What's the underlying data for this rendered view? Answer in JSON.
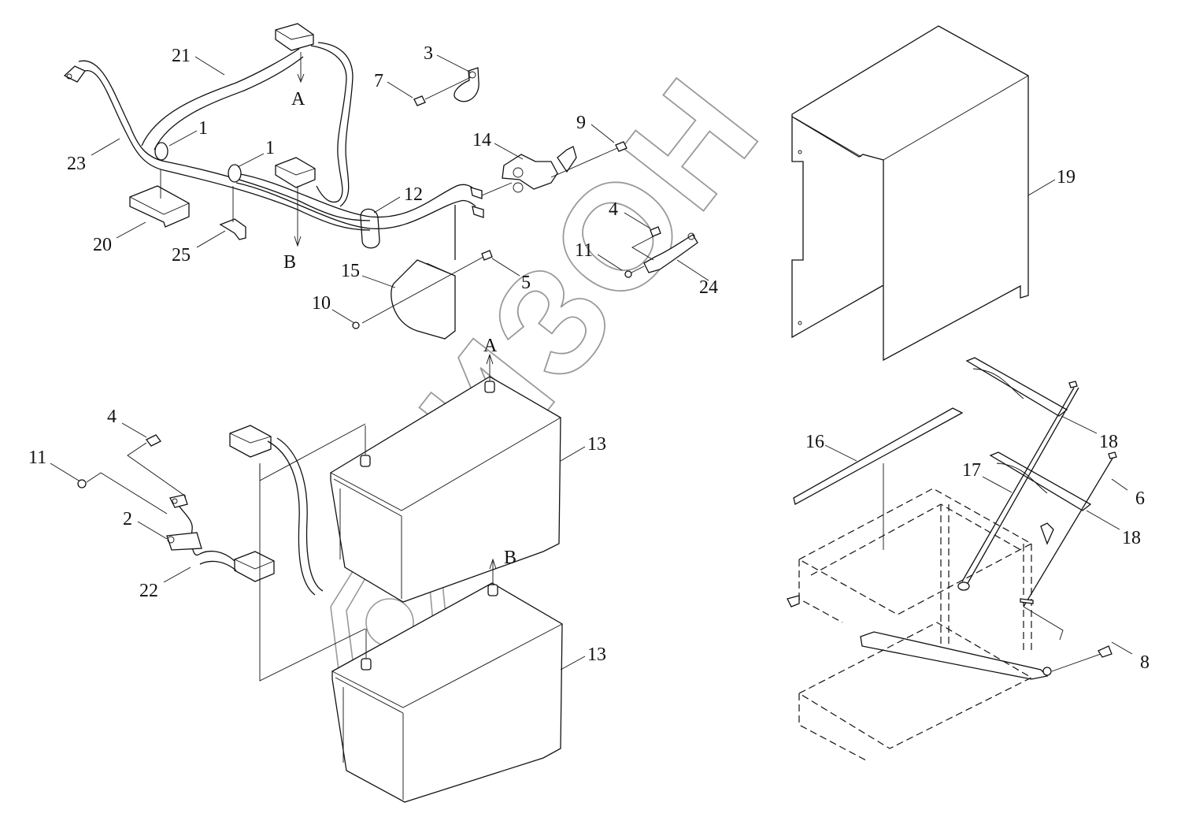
{
  "diagram": {
    "type": "exploded-parts-diagram",
    "subject": "battery assembly",
    "watermark": "БИЗОН",
    "callouts": [
      {
        "id": "c21",
        "label": "21"
      },
      {
        "id": "c3",
        "label": "3"
      },
      {
        "id": "c7",
        "label": "7"
      },
      {
        "id": "c1a",
        "label": "1"
      },
      {
        "id": "c1b",
        "label": "1"
      },
      {
        "id": "c23",
        "label": "23"
      },
      {
        "id": "c14",
        "label": "14"
      },
      {
        "id": "c9",
        "label": "9"
      },
      {
        "id": "c12",
        "label": "12"
      },
      {
        "id": "c20",
        "label": "20"
      },
      {
        "id": "c25",
        "label": "25"
      },
      {
        "id": "c4a",
        "label": "4"
      },
      {
        "id": "c11a",
        "label": "11"
      },
      {
        "id": "c24",
        "label": "24"
      },
      {
        "id": "c15",
        "label": "15"
      },
      {
        "id": "c5",
        "label": "5"
      },
      {
        "id": "c10",
        "label": "10"
      },
      {
        "id": "c19",
        "label": "19"
      },
      {
        "id": "c4b",
        "label": "4"
      },
      {
        "id": "c11b",
        "label": "11"
      },
      {
        "id": "c2",
        "label": "2"
      },
      {
        "id": "c22",
        "label": "22"
      },
      {
        "id": "c13a",
        "label": "13"
      },
      {
        "id": "c13b",
        "label": "13"
      },
      {
        "id": "c16",
        "label": "16"
      },
      {
        "id": "c17",
        "label": "17"
      },
      {
        "id": "c18a",
        "label": "18"
      },
      {
        "id": "c18b",
        "label": "18"
      },
      {
        "id": "c6",
        "label": "6"
      },
      {
        "id": "c8",
        "label": "8"
      }
    ],
    "connection_refs": [
      {
        "id": "refA_top",
        "label": "A"
      },
      {
        "id": "refB_top",
        "label": "B"
      },
      {
        "id": "refA_battery",
        "label": "A"
      },
      {
        "id": "refB_battery",
        "label": "B"
      }
    ]
  }
}
